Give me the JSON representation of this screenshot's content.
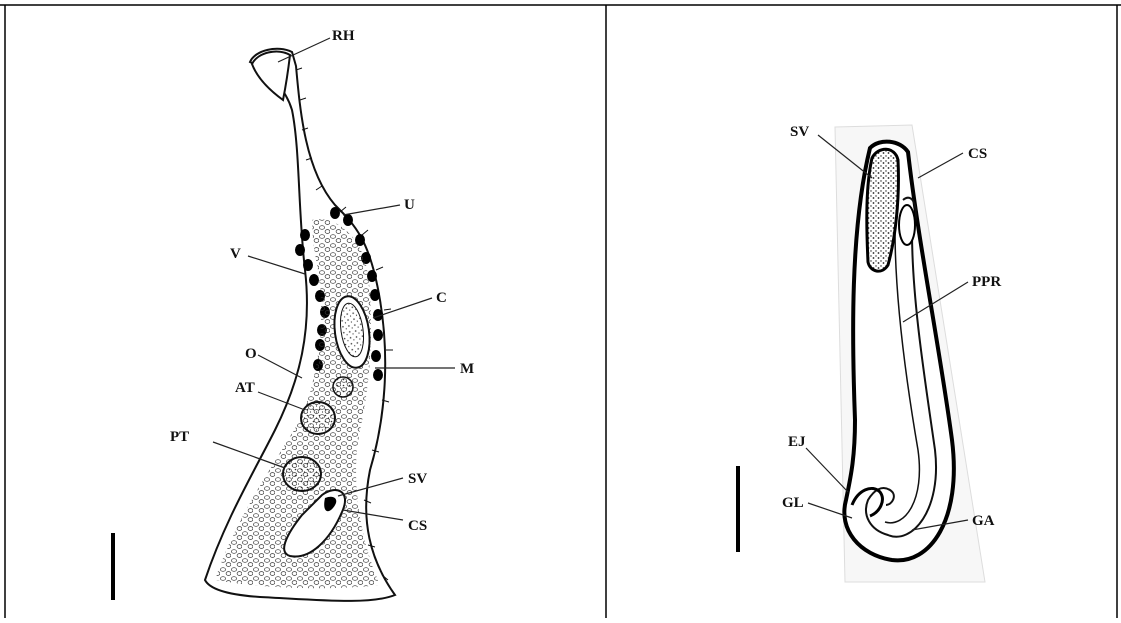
{
  "panels": [
    {
      "id": "left",
      "labels": {
        "rh": "RH",
        "u": "U",
        "v": "V",
        "c": "C",
        "o": "O",
        "m": "M",
        "at": "AT",
        "pt": "PT",
        "sv": "SV",
        "cs": "CS"
      }
    },
    {
      "id": "right",
      "labels": {
        "sv": "SV",
        "cs": "CS",
        "ppr": "PPR",
        "ej": "EJ",
        "gl": "GL",
        "ga": "GA"
      }
    }
  ]
}
